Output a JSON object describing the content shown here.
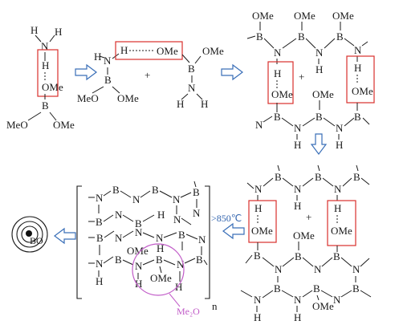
{
  "atoms": {
    "N": "N",
    "H": "H",
    "B": "B",
    "O": "O",
    "OMe": "OMe",
    "MeO": "MeO",
    "BO": "BO"
  },
  "operators": {
    "plus": "+"
  },
  "annotations": {
    "temperature": ">850℃",
    "byproduct": "Me₂O",
    "subscript": "n"
  },
  "colors": {
    "box": "#d9302c",
    "arrow": "#3a6fb8",
    "temperature": "#2f62ad",
    "byproduct": "#c15bc8"
  }
}
